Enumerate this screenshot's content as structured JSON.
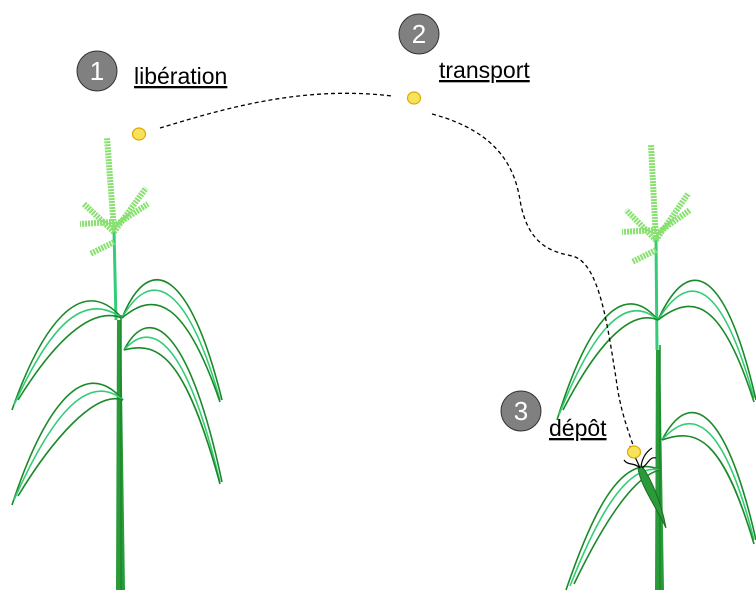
{
  "steps": [
    {
      "number": "1",
      "label": "libération"
    },
    {
      "number": "2",
      "label": "transport"
    },
    {
      "number": "3",
      "label": "dépôt"
    }
  ],
  "colors": {
    "badge_fill": "#808080",
    "badge_stroke": "#333333",
    "pollen_fill": "#f7e35a",
    "pollen_stroke": "#e0a800",
    "leaf_dark": "#1a8a28",
    "leaf_light": "#33cc77",
    "stem": "#2a9a3a",
    "tassel": "#88e070",
    "trajectory": "#000000"
  },
  "icons": {
    "pollen": "pollen-grain-icon",
    "plant": "maize-plant-icon",
    "silk": "maize-silk-icon"
  }
}
